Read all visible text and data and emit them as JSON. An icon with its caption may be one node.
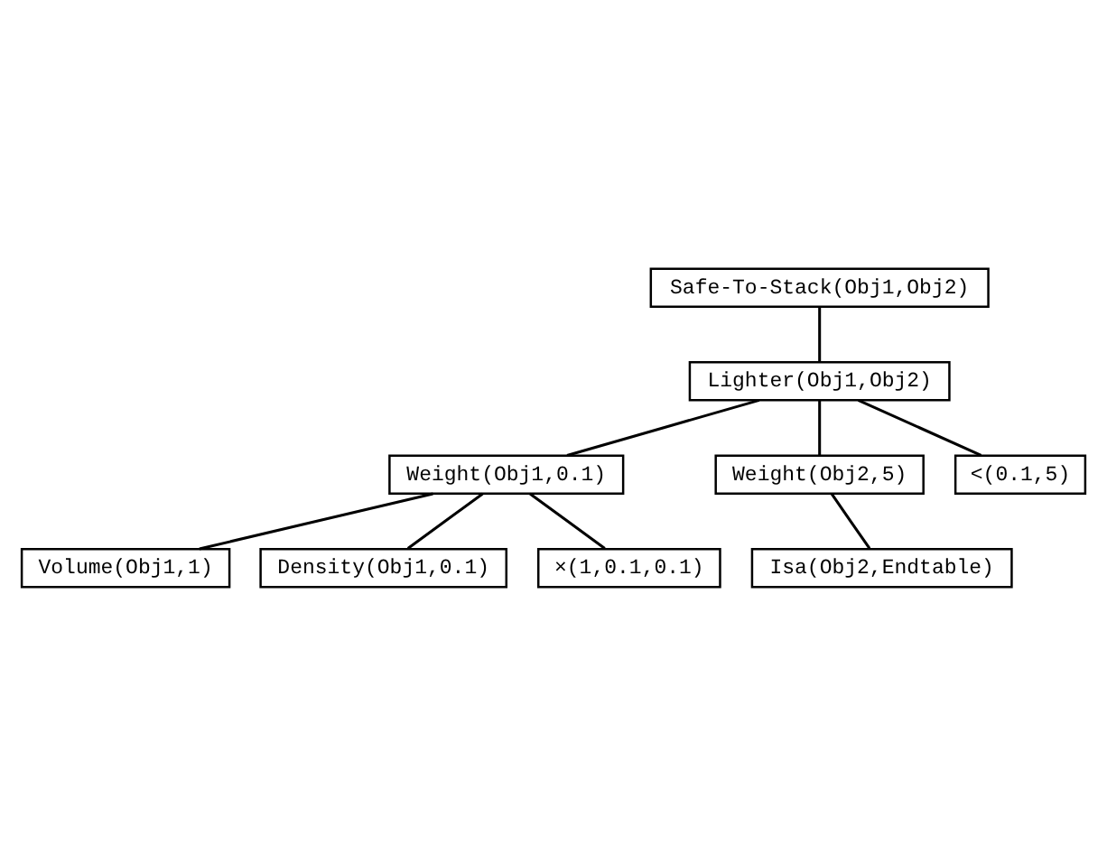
{
  "diagram": {
    "nodes": [
      {
        "text": [
          "Safe-To-Stack(Obj1,Obj2)"
        ]
      },
      {
        "text": [
          "Lighter(Obj1,Obj2)"
        ]
      },
      {
        "text": [
          "Weight(Obj1,0.1)"
        ]
      },
      {
        "text": [
          "Weight(Obj2,5)"
        ]
      },
      {
        "text": [
          "<(0.1,5)"
        ]
      },
      {
        "text": [
          "Isa(Obj2,Endtable)"
        ]
      },
      {
        "text": [
          "Volume(Obj1,1)"
        ]
      },
      {
        "text": [
          "Density(Obj1,0.1)"
        ]
      },
      {
        "text": [
          "×(1,0.1,0.1)"
        ]
      }
    ],
    "edges": [
      {
        "from": 0,
        "to": 1,
        "arrow": "none"
      },
      {
        "from": 1,
        "to": 2,
        "arrow": "none"
      },
      {
        "from": 1,
        "to": 3,
        "arrow": "none"
      },
      {
        "from": 1,
        "to": 4,
        "arrow": "none"
      },
      {
        "from": 3,
        "to": 5,
        "arrow": "none"
      },
      {
        "from": 2,
        "to": 6,
        "arrow": "none"
      },
      {
        "from": 2,
        "to": 7,
        "arrow": "none"
      },
      {
        "from": 2,
        "to": 8,
        "arrow": "none"
      }
    ]
  }
}
